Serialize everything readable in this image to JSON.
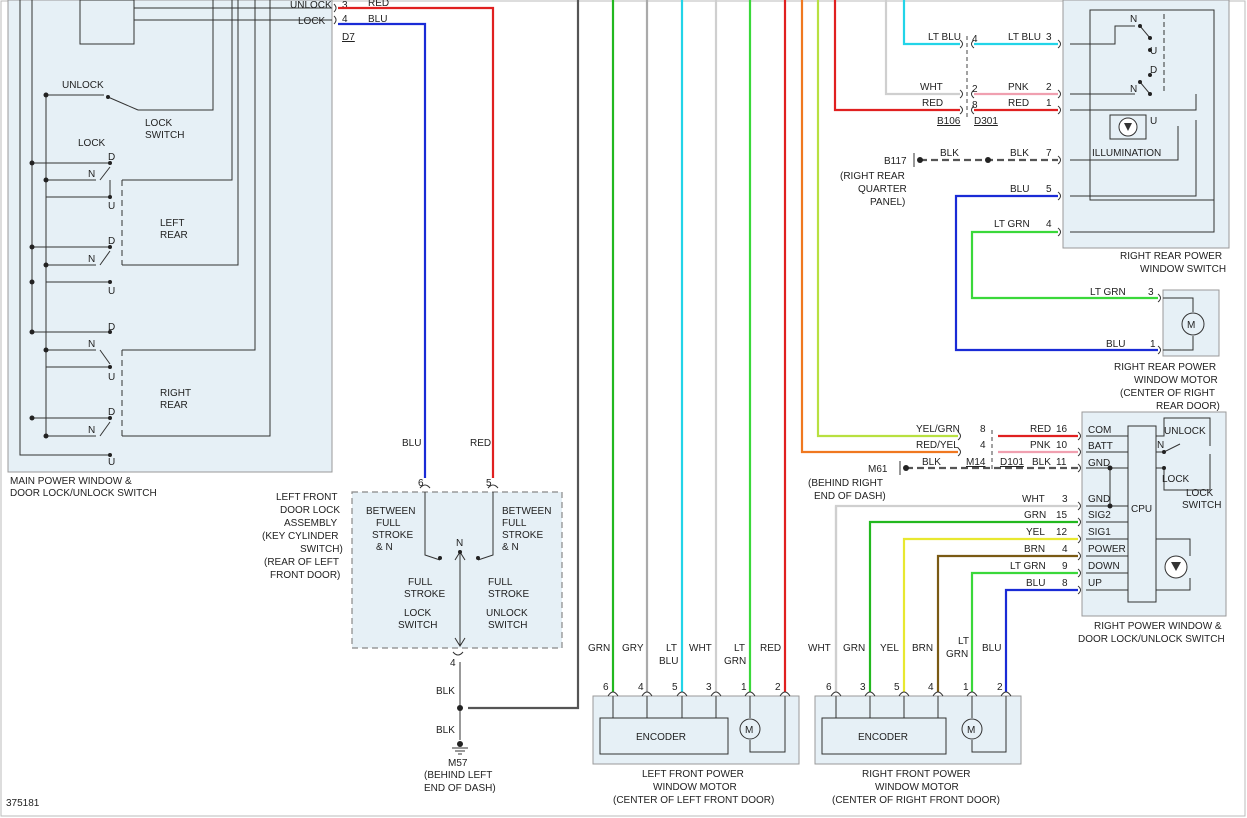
{
  "colors": {
    "red": "#e02020",
    "blu": "#1a2bd6",
    "grn": "#22b81f",
    "ltgrn": "#3ad83a",
    "ltblu": "#22d4e8",
    "gry": "#aaaaaa",
    "wht": "#cfcfcf",
    "pnk": "#f0a0b0",
    "yel": "#e8e830",
    "brn": "#7a5a14",
    "blk": "#555555",
    "org": "#f07820",
    "yelgrn": "#b8e040",
    "box": "#e6f0f6"
  },
  "main_switch": {
    "name_line1": "MAIN POWER WINDOW &",
    "name_line2": "DOOR LOCK/UNLOCK SWITCH",
    "unlock_top": "UNLOCK",
    "lock_top": "LOCK",
    "red_top": "RED",
    "pin3": "3",
    "pin4": "4",
    "blu": "BLU",
    "d7": "D7",
    "unlock": "UNLOCK",
    "lock": "LOCK",
    "lock_switch_1": "LOCK",
    "lock_switch_2": "SWITCH",
    "left_rear_1": "LEFT",
    "left_rear_2": "REAR",
    "right_rear_1": "RIGHT",
    "right_rear_2": "REAR",
    "d": "D",
    "n": "N",
    "u": "U"
  },
  "door_lock": {
    "name": [
      "LEFT FRONT",
      "DOOR LOCK",
      "ASSEMBLY",
      "(KEY CYLINDER",
      "SWITCH)",
      "(REAR OF LEFT",
      "FRONT DOOR)"
    ],
    "blu": "BLU",
    "red": "RED",
    "pin6": "6",
    "pin5": "5",
    "pin4": "4",
    "between_l": [
      "BETWEEN",
      "FULL",
      "STROKE",
      "& N"
    ],
    "between_r": [
      "BETWEEN",
      "FULL",
      "STROKE",
      "& N"
    ],
    "full_l": [
      "FULL",
      "STROKE"
    ],
    "full_r": [
      "FULL",
      "STROKE"
    ],
    "lock_sw": [
      "LOCK",
      "SWITCH"
    ],
    "unlock_sw": [
      "UNLOCK",
      "SWITCH"
    ],
    "n": "N",
    "blk": "BLK",
    "blk2": "BLK",
    "m57": "M57",
    "m57_loc": [
      "(BEHIND LEFT",
      "END OF DASH)"
    ]
  },
  "lf_motor": {
    "wires": [
      "GRN",
      "GRY",
      "LT",
      "BLU",
      "WHT",
      "LT",
      "GRN",
      "RED"
    ],
    "pins": [
      "6",
      "4",
      "5",
      "3",
      "1",
      "2"
    ],
    "encoder": "ENCODER",
    "motor": "M",
    "name": [
      "LEFT FRONT POWER",
      "WINDOW MOTOR",
      "(CENTER OF LEFT FRONT DOOR)"
    ]
  },
  "rf_motor": {
    "wires": [
      "WHT",
      "GRN",
      "YEL",
      "BRN",
      "LT",
      "GRN",
      "BLU"
    ],
    "pins": [
      "6",
      "3",
      "5",
      "4",
      "1",
      "2"
    ],
    "encoder": "ENCODER",
    "motor": "M",
    "name": [
      "RIGHT FRONT POWER",
      "WINDOW MOTOR",
      "(CENTER OF RIGHT FRONT DOOR)"
    ]
  },
  "rr_switch": {
    "rows": [
      {
        "left": "LT BLU",
        "lpin": "4",
        "right": "LT BLU",
        "rpin": "3"
      },
      {
        "left": "WHT",
        "lpin": "2",
        "right": "PNK",
        "rpin": "2"
      },
      {
        "left": "RED",
        "lpin": "8",
        "right": "RED",
        "rpin": "1"
      }
    ],
    "b106": "B106",
    "d301": "D301",
    "b117": "B117",
    "blk1": "BLK",
    "blk2": "BLK",
    "pin7": "7",
    "b117_loc": [
      "(RIGHT REAR",
      "QUARTER",
      "PANEL)"
    ],
    "blu": "BLU",
    "pin5": "5",
    "ltgrn": "LT GRN",
    "pin4": "4",
    "illumination": "ILLUMINATION",
    "n1": "N",
    "u1": "U",
    "d": "D",
    "n2": "N",
    "u2": "U",
    "name": [
      "RIGHT REAR POWER",
      "WINDOW SWITCH"
    ]
  },
  "rr_motor": {
    "ltgrn": "LT GRN",
    "pin3": "3",
    "blu": "BLU",
    "pin1": "1",
    "motor": "M",
    "name": [
      "RIGHT REAR POWER",
      "WINDOW MOTOR",
      "(CENTER OF RIGHT",
      "REAR DOOR)"
    ]
  },
  "rf_switch": {
    "rows": [
      {
        "wire": "YEL/GRN",
        "pin": "8",
        "wire2": "RED",
        "pin2": "16",
        "term": "COM"
      },
      {
        "wire": "RED/YEL",
        "pin": "4",
        "wire2": "PNK",
        "pin2": "10",
        "term": "BATT"
      },
      {
        "wire": "BLK",
        "pin": "",
        "wire2": "BLK",
        "pin2": "11",
        "term": "GND"
      }
    ],
    "m14": "M14",
    "d101": "D101",
    "m61": "M61",
    "m61_loc": [
      "(BEHIND RIGHT",
      "END OF DASH)"
    ],
    "terms": [
      {
        "wire": "WHT",
        "pin": "3",
        "term": "GND"
      },
      {
        "wire": "GRN",
        "pin": "15",
        "term": "SIG2"
      },
      {
        "wire": "YEL",
        "pin": "12",
        "term": "SIG1"
      },
      {
        "wire": "BRN",
        "pin": "4",
        "term": "POWER"
      },
      {
        "wire": "LT GRN",
        "pin": "9",
        "term": "DOWN"
      },
      {
        "wire": "BLU",
        "pin": "8",
        "term": "UP"
      }
    ],
    "cpu": "CPU",
    "unlock": "UNLOCK",
    "n": "N",
    "lock": "LOCK",
    "lock_switch": [
      "LOCK",
      "SWITCH"
    ],
    "name": [
      "RIGHT POWER WINDOW &",
      "DOOR LOCK/UNLOCK SWITCH"
    ]
  },
  "figure_id": "375181"
}
